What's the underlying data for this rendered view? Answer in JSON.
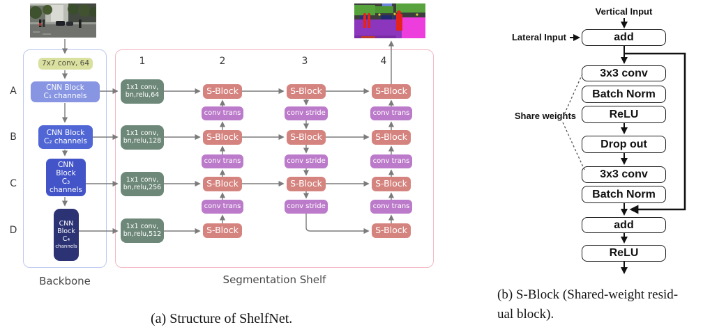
{
  "panel_a": {
    "caption": "(a) Structure of ShelfNet.",
    "backbone_label": "Backbone",
    "shelf_label": "Segmentation Shelf",
    "row_labels": [
      "A",
      "B",
      "C",
      "D"
    ],
    "column_labels": [
      "1",
      "2",
      "3",
      "4"
    ],
    "stem_conv_label": "7x7 conv, 64",
    "cnn_blocks": [
      {
        "lines": [
          "CNN Block",
          "C₁ channels"
        ]
      },
      {
        "lines": [
          "CNN Block",
          "C₂ channels"
        ]
      },
      {
        "lines": [
          "CNN",
          "Block",
          "C₃",
          "channels"
        ]
      },
      {
        "lines": [
          "CNN",
          "Block",
          "C₄",
          "channels"
        ]
      }
    ],
    "lateral_convs": [
      {
        "lines": [
          "1x1 conv,",
          "bn,relu,64"
        ]
      },
      {
        "lines": [
          "1x1 conv,",
          "bn,relu,128"
        ]
      },
      {
        "lines": [
          "1x1 conv,",
          "bn,relu,256"
        ]
      },
      {
        "lines": [
          "1x1 conv,",
          "bn,relu,512"
        ]
      }
    ],
    "s_block_label": "S-Block",
    "conv_trans_label": "conv trans",
    "conv_stride_label": "conv stride"
  },
  "panel_b": {
    "caption_lines": [
      "(b) S-Block (Shared-weight resid-",
      "ual block)."
    ],
    "vertical_input_label": "Vertical Input",
    "lateral_input_label": "Lateral Input",
    "share_weights_label": "Share weights",
    "blocks": [
      "add",
      "3x3 conv",
      "Batch Norm",
      "ReLU",
      "Drop out",
      "3x3 conv",
      "Batch Norm",
      "add",
      "ReLU"
    ]
  },
  "colors": {
    "backbone_frame": "#bcc9f0",
    "shelf_frame": "#f3b8c3",
    "stem_bg": "#d9e0a0",
    "stem_text": "#51513f",
    "cnn1_bg": "#8795e2",
    "cnn2_bg": "#5066d4",
    "cnn3_bg": "#4254c7",
    "cnn4_bg": "#2c3375",
    "lateral_bg": "#6d8878",
    "s_block_bg": "#d5837e",
    "conv_trans_bg": "#bc7aca",
    "arrow_gray": "#7b7b7b",
    "arrow_black": "#111111"
  }
}
